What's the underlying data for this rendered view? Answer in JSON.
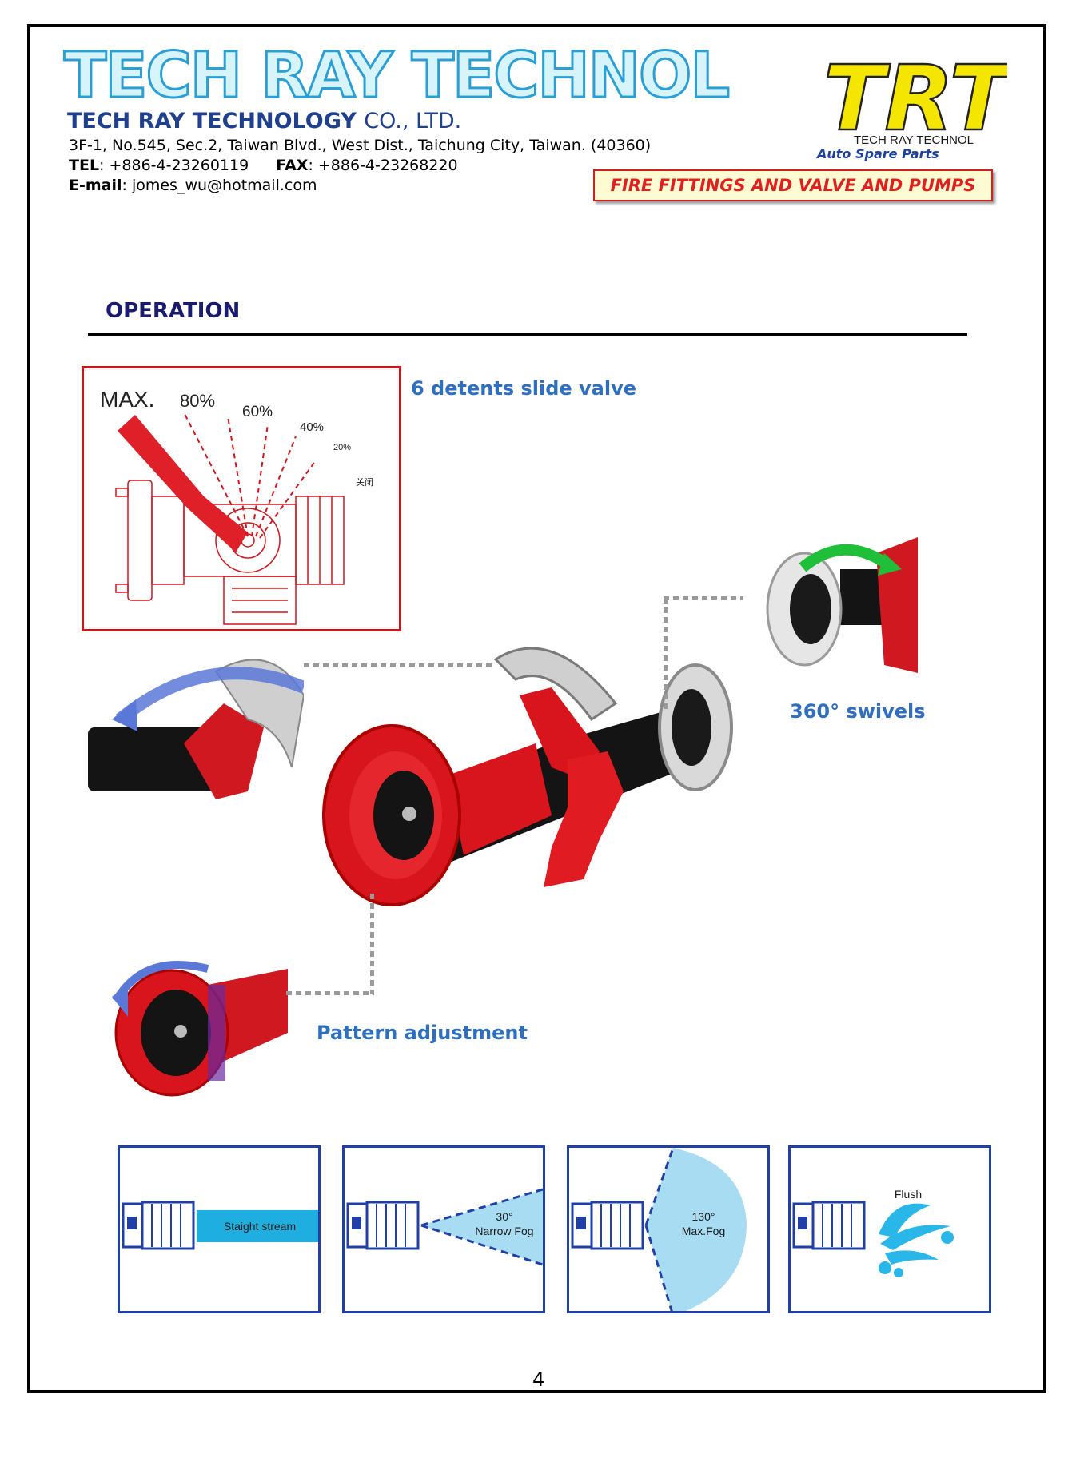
{
  "header": {
    "big_title": "TECH RAY TECHNOL",
    "company_name": "TECH RAY TECHNOLOGY",
    "company_suffix": "CO., LTD.",
    "address": "3F-1, No.545, Sec.2, Taiwan Blvd., West Dist., Taichung City, Taiwan. (40360)",
    "tel_label": "TEL",
    "tel": ": +886-4-23260119",
    "fax_label": "FAX",
    "fax": ": +886-4-23268220",
    "email_label": "E-mail",
    "email": ": jomes_wu@hotmail.com",
    "banner": "FIRE FITTINGS AND VALVE AND PUMPS"
  },
  "logo": {
    "monogram": "TRT",
    "name": "TECH RAY TECHNOL",
    "tagline": "Auto Spare Parts",
    "colors": {
      "yellow": "#f5e600",
      "blue": "#1c3fa0"
    }
  },
  "section": {
    "title": "OPERATION"
  },
  "valve_diagram": {
    "labels": [
      "MAX.",
      "80%",
      "60%",
      "40%",
      "20%",
      "关闭"
    ]
  },
  "callouts": {
    "slide_valve": "6 detents slide valve",
    "swivels": "360°  swivels",
    "pattern": "Pattern adjustment"
  },
  "patterns": [
    {
      "line1": "Staight stream",
      "line2": ""
    },
    {
      "line1": "30°",
      "line2": "Narrow Fog"
    },
    {
      "line1": "130°",
      "line2": "Max.Fog"
    },
    {
      "line1": "Flush",
      "line2": ""
    }
  ],
  "page_number": "4",
  "colors": {
    "accent_blue": "#2f6fc0",
    "nozzle_red": "#d8141c",
    "box_blue": "#2040a8",
    "spray_blue": "#1eaee0"
  }
}
